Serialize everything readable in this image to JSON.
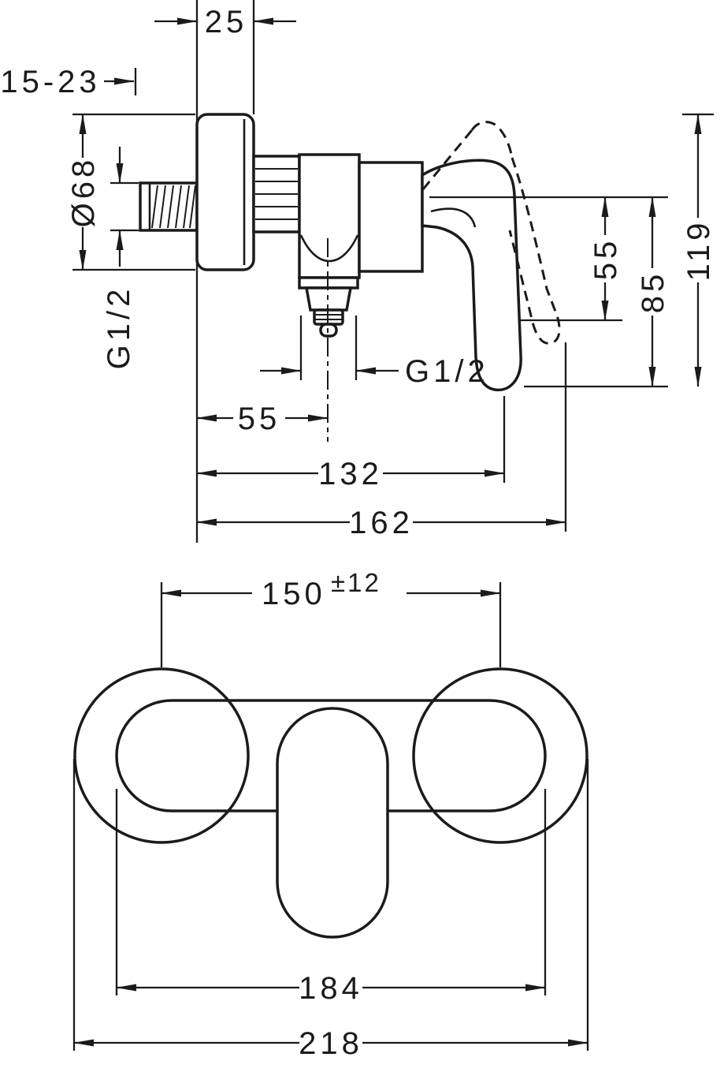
{
  "drawing": {
    "side_view": {
      "dim_plate_width": "25",
      "dim_mount_depth": "15-23",
      "dim_escutcheon_dia": "Ø68",
      "thread_inlet": "G1/2",
      "dim_axis_to_outlet": "55",
      "dim_axis_to_handle_bottom": "85",
      "dim_total_height": "119",
      "thread_outlet": "G1/2",
      "dim_wall_to_outlet": "55",
      "dim_wall_to_handle": "132",
      "dim_wall_to_handle_max": "162"
    },
    "front_view": {
      "dim_connection_centers": "150",
      "dim_connection_tolerance": "±12",
      "dim_body_width": "184",
      "dim_overall_width": "218"
    }
  }
}
